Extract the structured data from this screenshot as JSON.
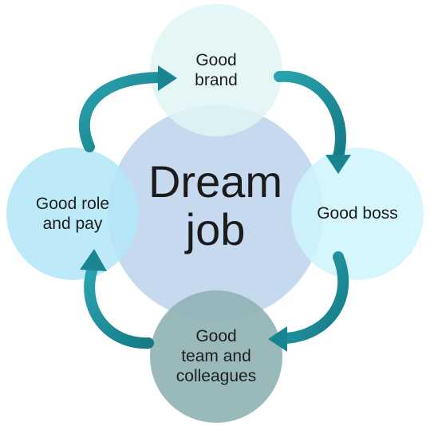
{
  "center": {
    "label": "Dream\njob",
    "color": "#c3d7ee"
  },
  "nodes": [
    {
      "id": "brand",
      "label": "Good\nbrand",
      "color": "#e0f4f4"
    },
    {
      "id": "boss",
      "label": "Good boss",
      "color": "#cdf4fb"
    },
    {
      "id": "team",
      "label": "Good\nteam and\ncolleagues",
      "color": "#8fb1b4"
    },
    {
      "id": "role",
      "label": "Good role\nand pay",
      "color": "#b2e6f8"
    }
  ],
  "colors": {
    "arrow": "#1e8a97",
    "text": "#1e1e1e",
    "background": "#ffffff"
  },
  "icons": {
    "arrow": "curved-arrow-icon"
  }
}
